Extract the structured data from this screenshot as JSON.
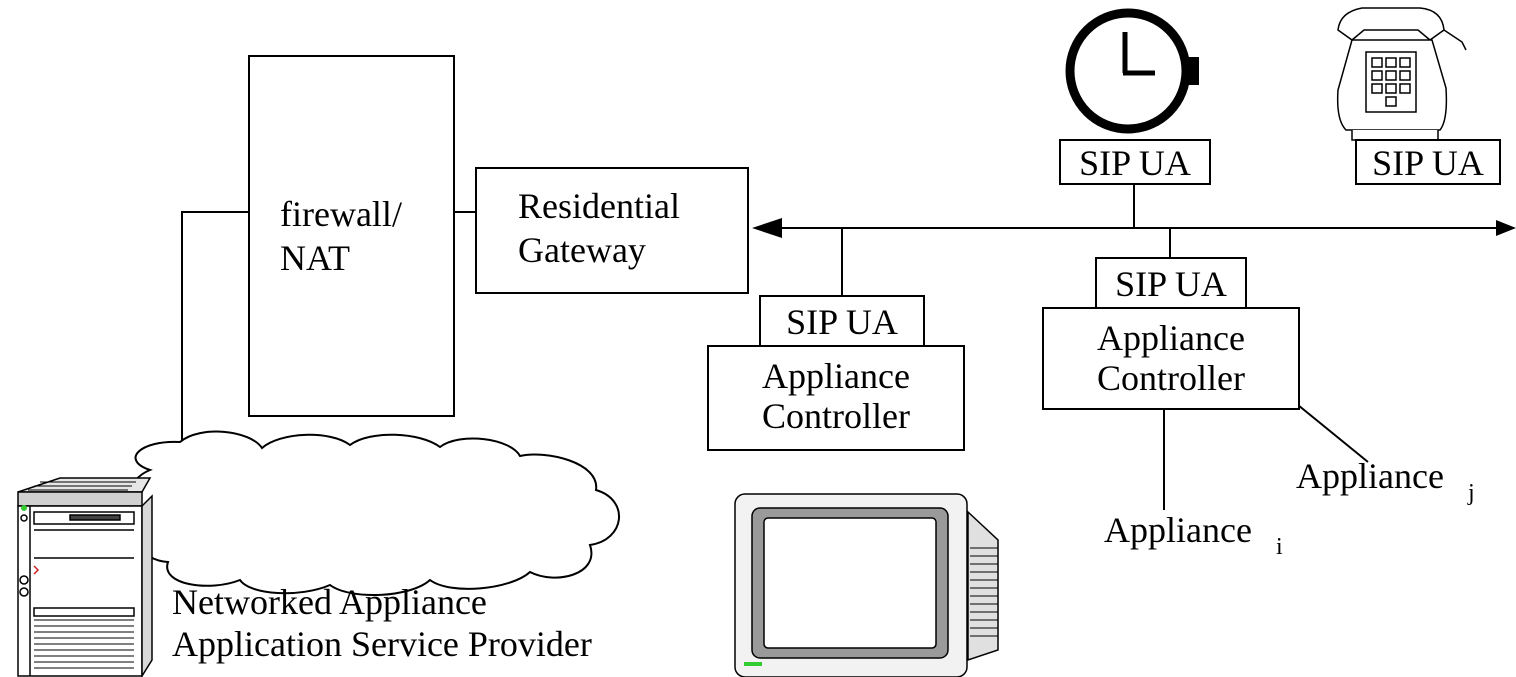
{
  "firewall": {
    "line1": "firewall/",
    "line2": "NAT"
  },
  "gateway": {
    "line1": "Residential",
    "line2": "Gateway"
  },
  "sip_ua_label": "SIP UA",
  "controller": {
    "line1": "Appliance",
    "line2": "Controller"
  },
  "appliance_i": {
    "base": "Appliance",
    "subscript": "i"
  },
  "appliance_j": {
    "base": "Appliance",
    "subscript": "j"
  },
  "provider": {
    "line1": "Networked Appliance",
    "line2": "Application Service Provider"
  },
  "icons": [
    "clock-icon",
    "telephone-icon",
    "server-tower-icon",
    "monitor-icon",
    "internet-cloud-icon"
  ],
  "colors": {
    "line": "#000000",
    "background": "#ffffff",
    "led_green": "#33cc33",
    "server_red": "#cc2222"
  }
}
